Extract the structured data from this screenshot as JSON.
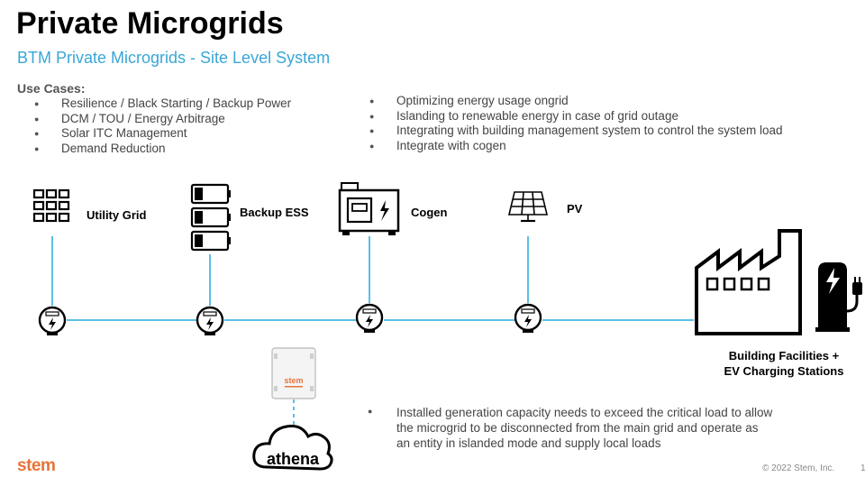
{
  "title": "Private Microgrids",
  "subtitle": "BTM Private Microgrids - Site Level System",
  "use_cases": {
    "heading": "Use Cases:",
    "left": [
      "Resilience / Black Starting / Backup Power",
      "DCM / TOU / Energy Arbitrage",
      "Solar ITC Management",
      "Demand Reduction"
    ],
    "right": [
      "Optimizing energy usage ongrid",
      "Islanding to renewable energy in case of grid outage",
      "Integrating with building management system to control the system load",
      "Integrate with cogen"
    ]
  },
  "diagram": {
    "nodes": {
      "utility_grid": "Utility Grid",
      "backup_ess": "Backup ESS",
      "cogen": "Cogen",
      "pv": "PV"
    },
    "building": {
      "line1": "Building Facilities +",
      "line2": "EV Charging Stations"
    },
    "controller_brand": "stem",
    "cloud_label": "athena",
    "line_color": "#5bbfe6"
  },
  "note": "Installed generation capacity needs to exceed the critical load to allow the microgrid to be disconnected from the main grid and operate as an entity in islanded mode and supply local loads",
  "footer": {
    "logo": "stem",
    "copyright": "© 2022 Stem, Inc.",
    "page": "1"
  }
}
